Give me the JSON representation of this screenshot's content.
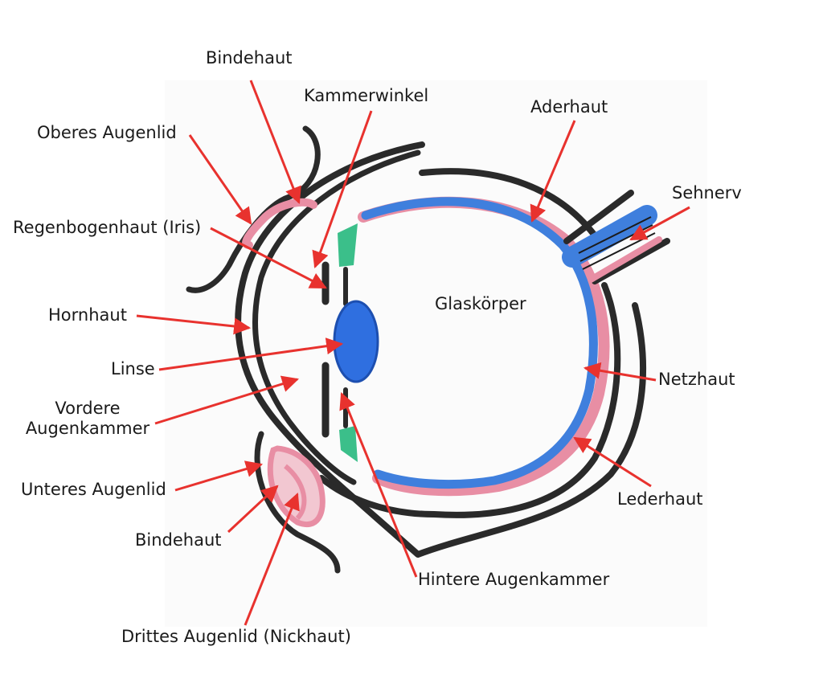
{
  "colors": {
    "sclera": "#2a2a2a",
    "choroid": "#e88ea4",
    "retina": "#3f7fdd",
    "lens": "#2f6fe0",
    "ciliary": "#3bbf8a",
    "eyelid": "#e88ea4",
    "arrow": "#e8322e"
  },
  "labels": {
    "bindehaut_top": "Bindehaut",
    "kammerwinkel": "Kammerwinkel",
    "aderhaut": "Aderhaut",
    "oberes_augenlid": "Oberes Augenlid",
    "sehnerv": "Sehnerv",
    "regenbogenhaut": "Regenbogenhaut (Iris)",
    "glaskoerper": "Glaskörper",
    "hornhaut": "Hornhaut",
    "linse": "Linse",
    "netzhaut": "Netzhaut",
    "vordere_1": "Vordere",
    "vordere_2": "Augenkammer",
    "unteres_augenlid": "Unteres Augenlid",
    "lederhaut": "Lederhaut",
    "bindehaut_bottom": "Bindehaut",
    "hintere_augenkammer": "Hintere Augenkammer",
    "drittes_augenlid": "Drittes Augenlid (Nickhaut)"
  }
}
